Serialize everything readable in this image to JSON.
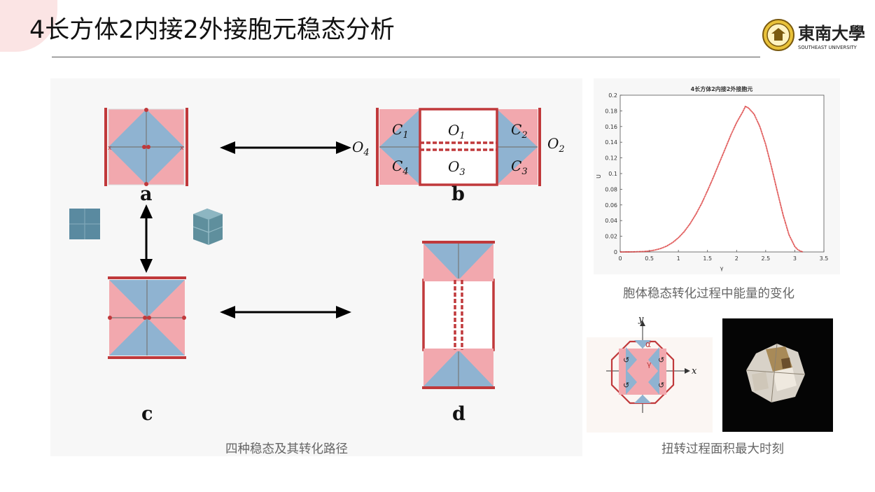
{
  "slide": {
    "title": "4长方体2内接2外接胞元稳态分析",
    "logo_text": "東南大學",
    "logo_sub": "SOUTHEAST UNIVERSITY",
    "colors": {
      "pink": "#f2a8ae",
      "blue": "#8fb3d1",
      "red_line": "#c0393b",
      "cube": "#5a8aa0",
      "curve": "#d62020"
    }
  },
  "states": {
    "labels": {
      "a": "a",
      "b": "b",
      "c": "c",
      "d": "d"
    },
    "b_cells": {
      "c1": "C",
      "c1_sub": "1",
      "c2": "C",
      "c2_sub": "2",
      "c3": "C",
      "c3_sub": "3",
      "c4": "C",
      "c4_sub": "4"
    },
    "b_origins": {
      "o1": "O",
      "o1_sub": "1",
      "o2": "O",
      "o2_sub": "2",
      "o3": "O",
      "o3_sub": "3",
      "o4": "O",
      "o4_sub": "4"
    },
    "caption": "四种稳态及其转化路径"
  },
  "energy_chart": {
    "caption": "胞体稳态转化过程中能量的变化",
    "chart_data": {
      "type": "line",
      "title": "4长方体2内接2外接胞元",
      "xlabel": "γ",
      "ylabel": "U",
      "xlim": [
        0,
        3.5
      ],
      "ylim": [
        0,
        0.2
      ],
      "xticks": [
        "0",
        "0.5",
        "1",
        "1.5",
        "2",
        "2.5",
        "3",
        "3.5"
      ],
      "yticks": [
        "0",
        "0.02",
        "0.04",
        "0.06",
        "0.08",
        "0.1",
        "0.12",
        "0.14",
        "0.16",
        "0.18",
        "0.2"
      ],
      "series": [
        {
          "x": [
            0,
            0.2,
            0.4,
            0.5,
            0.6,
            0.7,
            0.8,
            0.9,
            1.0,
            1.1,
            1.2,
            1.3,
            1.4,
            1.5,
            1.6,
            1.7,
            1.8,
            1.9,
            2.0,
            2.1,
            2.15,
            2.2,
            2.3,
            2.4,
            2.5,
            2.6,
            2.7,
            2.8,
            2.9,
            3.0,
            3.05,
            3.1,
            3.14
          ],
          "y": [
            0,
            0.0001,
            0.0005,
            0.0012,
            0.0025,
            0.0045,
            0.0075,
            0.012,
            0.018,
            0.026,
            0.036,
            0.048,
            0.062,
            0.078,
            0.095,
            0.113,
            0.131,
            0.149,
            0.165,
            0.178,
            0.1855,
            0.184,
            0.176,
            0.16,
            0.137,
            0.108,
            0.077,
            0.047,
            0.022,
            0.007,
            0.003,
            0.001,
            0
          ]
        }
      ]
    }
  },
  "twist": {
    "axis_x": "x",
    "axis_y": "y",
    "alpha": "α",
    "gamma": "γ",
    "caption": "扭转过程面积最大时刻"
  }
}
